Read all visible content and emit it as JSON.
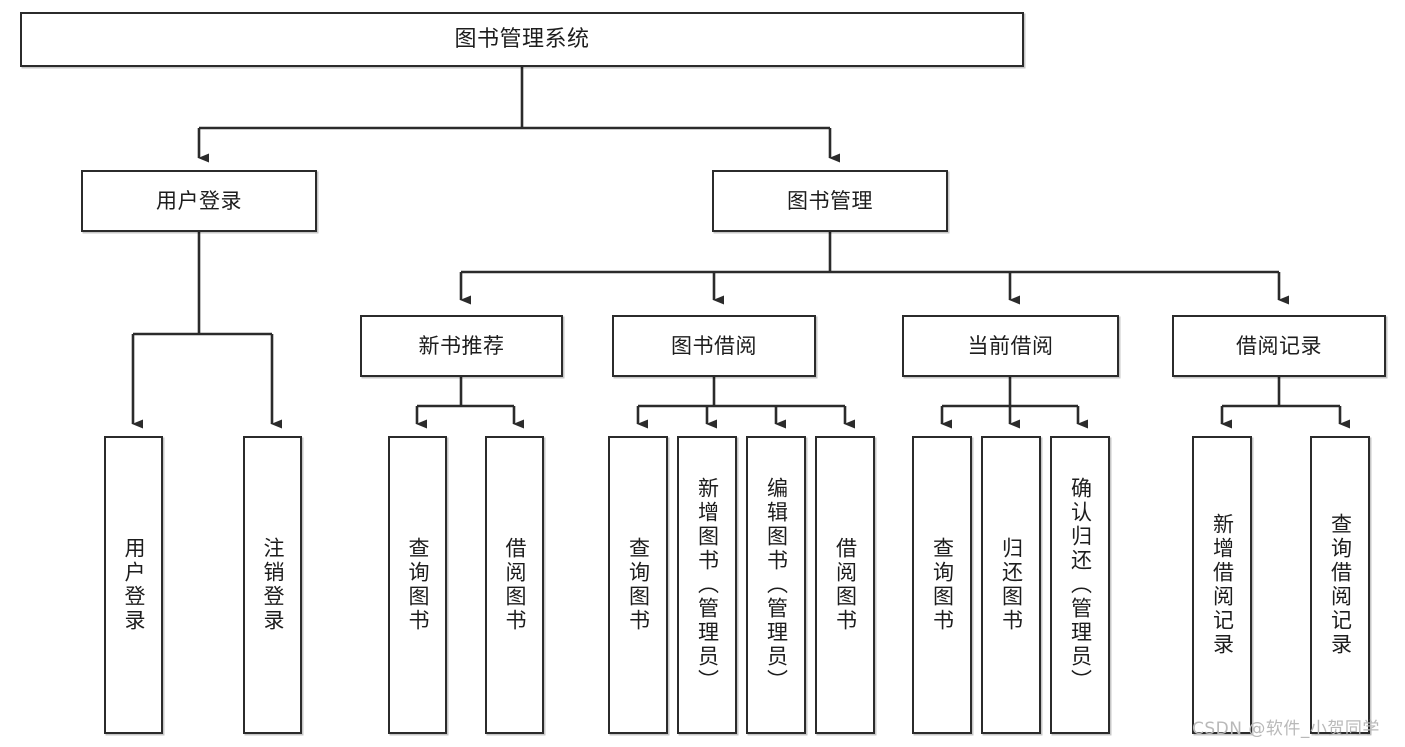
{
  "diagram": {
    "type": "tree-hierarchy-chart",
    "title": "图书管理系统",
    "theme": {
      "background": "#ffffff",
      "box_border": "#2b2b2b",
      "box_fill": "#ffffff",
      "connector": "#2b2b2b",
      "text": "#1d1d1d",
      "watermark": "#b9b9b9"
    },
    "root": {
      "label": "图书管理系统"
    },
    "level2": [
      {
        "label": "用户登录"
      },
      {
        "label": "图书管理"
      }
    ],
    "level3": [
      {
        "label": "新书推荐"
      },
      {
        "label": "图书借阅"
      },
      {
        "label": "当前借阅"
      },
      {
        "label": "借阅记录"
      }
    ],
    "leaves": {
      "user_login": [
        {
          "label": "用户登录"
        },
        {
          "label": "注销登录"
        }
      ],
      "new_book_recommend": [
        {
          "label": "查询图书"
        },
        {
          "label": "借阅图书"
        }
      ],
      "book_borrow": [
        {
          "label": "查询图书"
        },
        {
          "label": "新增图书（管理员）"
        },
        {
          "label": "编辑图书（管理员）"
        },
        {
          "label": "借阅图书"
        }
      ],
      "current_borrow": [
        {
          "label": "查询图书"
        },
        {
          "label": "归还图书"
        },
        {
          "label": "确认归还（管理员）"
        }
      ],
      "borrow_record": [
        {
          "label": "新增借阅记录"
        },
        {
          "label": "查询借阅记录"
        }
      ]
    },
    "watermark": {
      "text": "CSDN @软件_小贺同学"
    }
  }
}
